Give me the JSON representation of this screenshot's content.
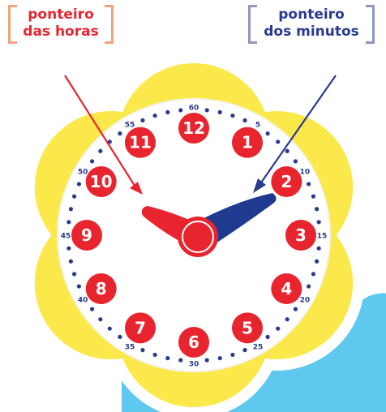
{
  "labels": {
    "hour_hand": [
      "ponteiro",
      "das horas"
    ],
    "minute_hand": [
      "ponteiro",
      "dos minutos"
    ]
  },
  "clock": {
    "hour_numbers": [
      "12",
      "1",
      "2",
      "3",
      "4",
      "5",
      "6",
      "7",
      "8",
      "9",
      "10",
      "11"
    ],
    "minute_numbers": [
      "60",
      "5",
      "10",
      "15",
      "20",
      "25",
      "30",
      "35",
      "40",
      "45",
      "50",
      "55"
    ]
  },
  "colors": {
    "hour_label": "#e8252e",
    "minute_label": "#2a3a8f",
    "hour_bracket": "#f2a17e",
    "minute_bracket": "#8f95c4",
    "hour_hand": "#e8252e",
    "minute_hand": "#1f3a8f",
    "flower": "#fbe94b",
    "number_disc": "#e8252e",
    "dots": "#2a3a8f",
    "background_blob": "#5ec8ef"
  }
}
